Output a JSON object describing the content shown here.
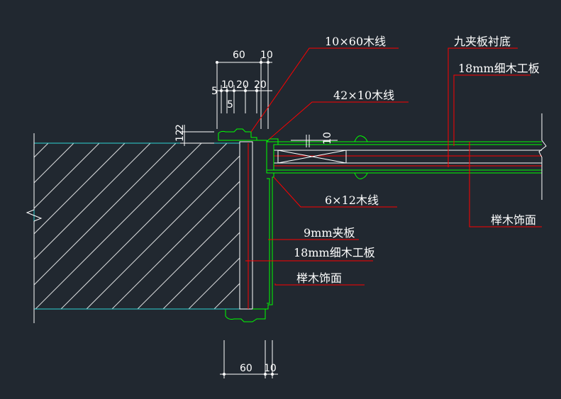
{
  "labels": {
    "top_trim": "10×60木线",
    "plywood_base": "九夹板衬底",
    "block_board_top": "18mm细木工板",
    "trim_42": "42×10木线",
    "trim_6x12": "6×12木线",
    "veneer_right": "榉木饰面",
    "ply_9mm": "9mm夹板",
    "block_board_mid": "18mm细木工板",
    "veneer_bottom": "榉木饰面"
  },
  "dimensions": {
    "top": {
      "d60": "60",
      "d10": "10",
      "d5a": "5",
      "d10b": "10",
      "d20a": "20",
      "d20b": "20",
      "d5b": "5"
    },
    "side": {
      "d12": "12",
      "d2": "2"
    },
    "small": {
      "d10": "10"
    },
    "bottom": {
      "d60": "60",
      "d10": "10"
    }
  },
  "colors": {
    "background": "#212830",
    "leader": "#ff0000",
    "trim": "#00ff00",
    "wall": "#2fd4d4",
    "dimension": "#ffffff"
  }
}
